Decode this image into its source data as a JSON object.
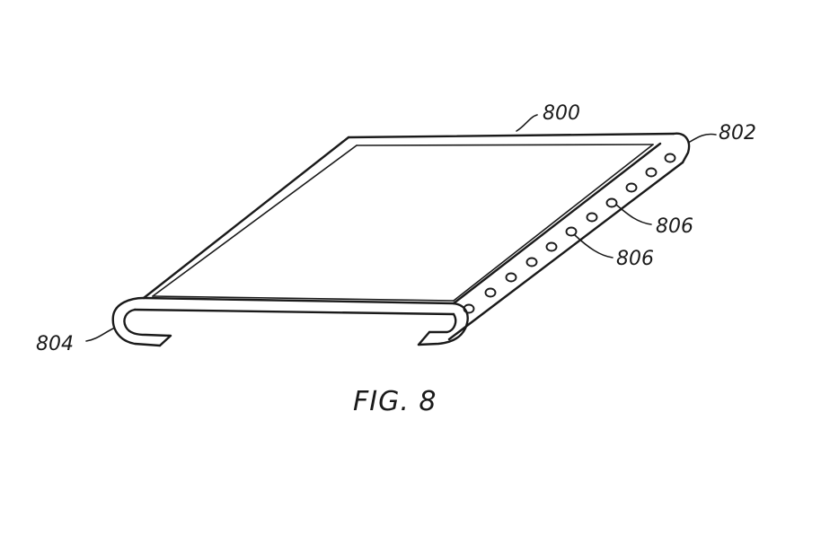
{
  "labels": {
    "ref_800": "800",
    "ref_802": "802",
    "ref_804": "804",
    "ref_806_a": "806",
    "ref_806_b": "806"
  },
  "caption": "FIG. 8",
  "colors": {
    "ink": "#1a1a1a",
    "background": "#ffffff"
  }
}
